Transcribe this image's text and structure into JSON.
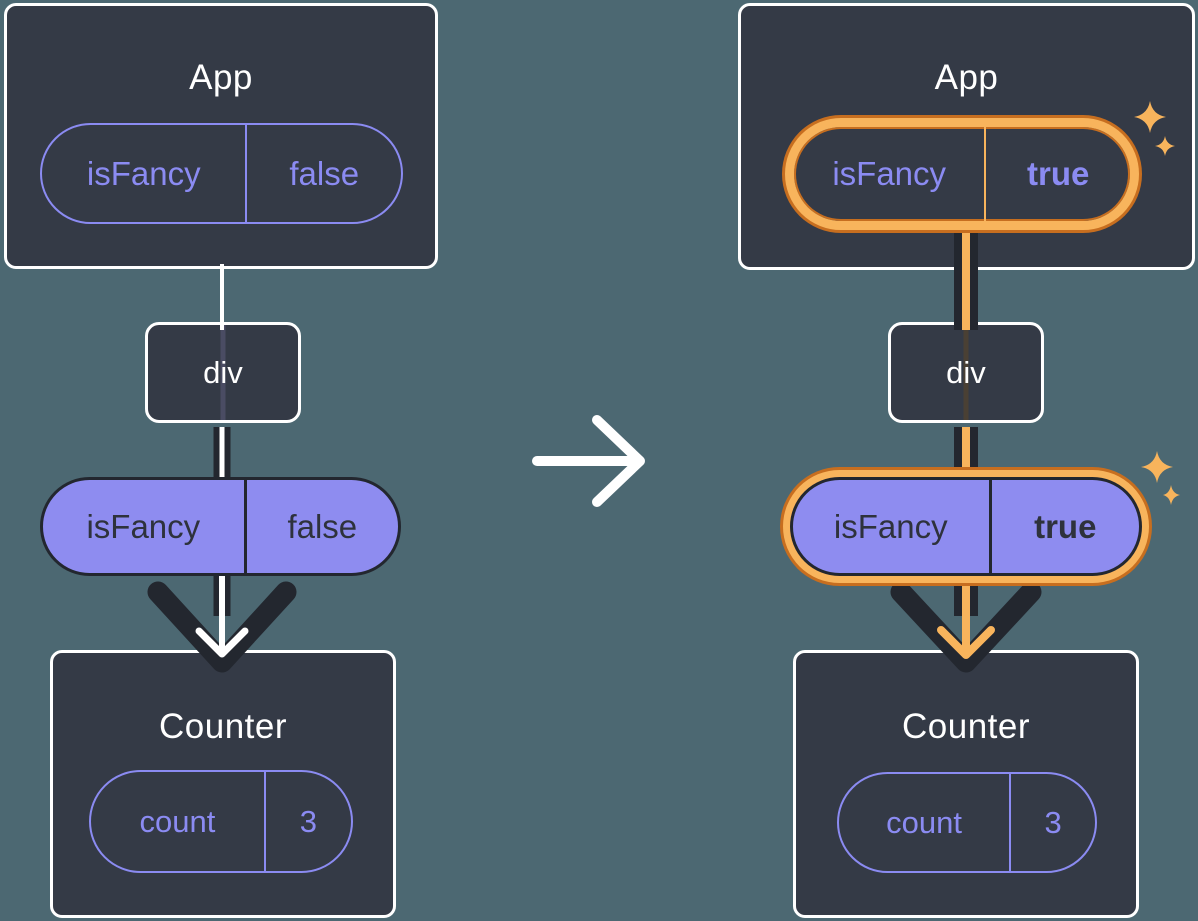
{
  "colors": {
    "background": "#4C6872",
    "card_background": "#343A46",
    "card_border": "#FFFFFF",
    "purple_accent": "#8B8BF2",
    "prop_pill_fill": "#8E8CF0",
    "dark_stroke": "#23272F",
    "highlight_orange_light": "#F8B45C",
    "highlight_orange_dark": "#C76E1F",
    "edge_white": "#FFFFFF"
  },
  "transition": {
    "icon": "right-arrow"
  },
  "left": {
    "app": {
      "title": "App",
      "state": {
        "name": "isFancy",
        "value": "false"
      }
    },
    "container": {
      "label": "div"
    },
    "prop": {
      "name": "isFancy",
      "value": "false"
    },
    "counter": {
      "title": "Counter",
      "state": {
        "name": "count",
        "value": "3"
      }
    }
  },
  "right": {
    "app": {
      "title": "App",
      "state": {
        "name": "isFancy",
        "value": "true"
      }
    },
    "container": {
      "label": "div"
    },
    "prop": {
      "name": "isFancy",
      "value": "true"
    },
    "counter": {
      "title": "Counter",
      "state": {
        "name": "count",
        "value": "3"
      }
    }
  }
}
